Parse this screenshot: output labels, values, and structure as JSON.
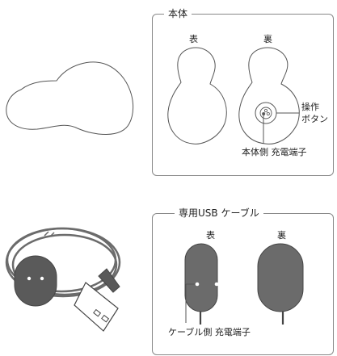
{
  "top_panel": {
    "title": "本体",
    "front_label": "表",
    "back_label": "裏",
    "button_label_line1": "操作",
    "button_label_line2": "ボタン",
    "charging_label": "本体側 充電端子"
  },
  "bottom_panel": {
    "title": "専用USB ケーブル",
    "front_label": "表",
    "back_label": "裏",
    "charging_label": "ケーブル側 充電端子"
  },
  "colors": {
    "outline": "#555555",
    "panel_border": "#888888",
    "cable_dark": "#5a5a5a",
    "cable_body": "#6b6b6b"
  }
}
